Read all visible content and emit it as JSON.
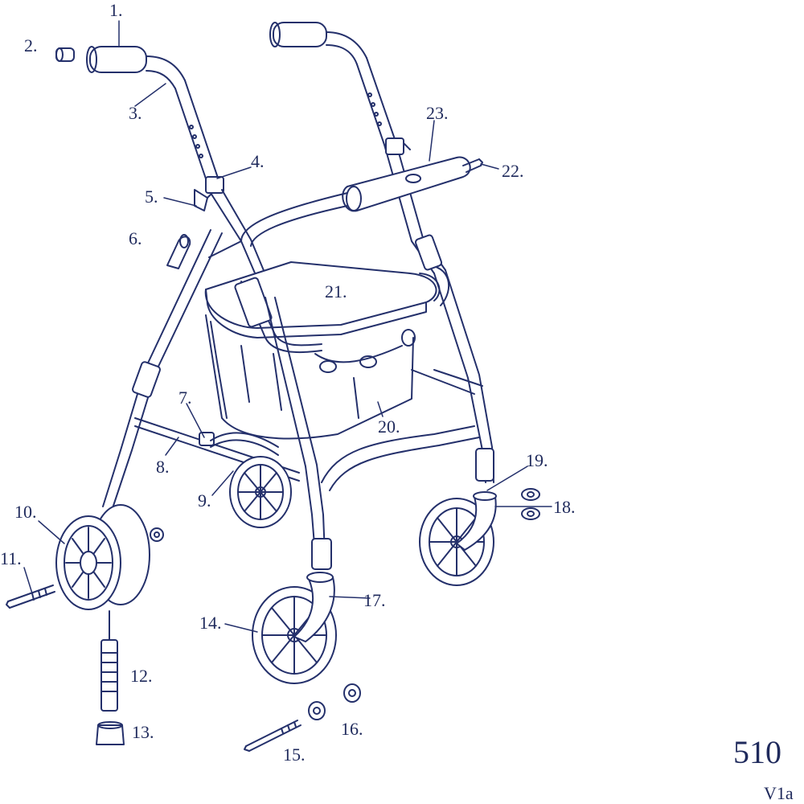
{
  "diagram": {
    "line_color": "#24306b",
    "part_labels": [
      "1.",
      "2.",
      "3.",
      "4.",
      "5.",
      "6.",
      "7.",
      "8.",
      "9.",
      "10.",
      "11.",
      "12.",
      "13.",
      "14.",
      "15.",
      "16.",
      "17.",
      "18.",
      "19.",
      "20.",
      "21.",
      "22.",
      "23."
    ],
    "model_number": "510",
    "revision": "V1a"
  }
}
